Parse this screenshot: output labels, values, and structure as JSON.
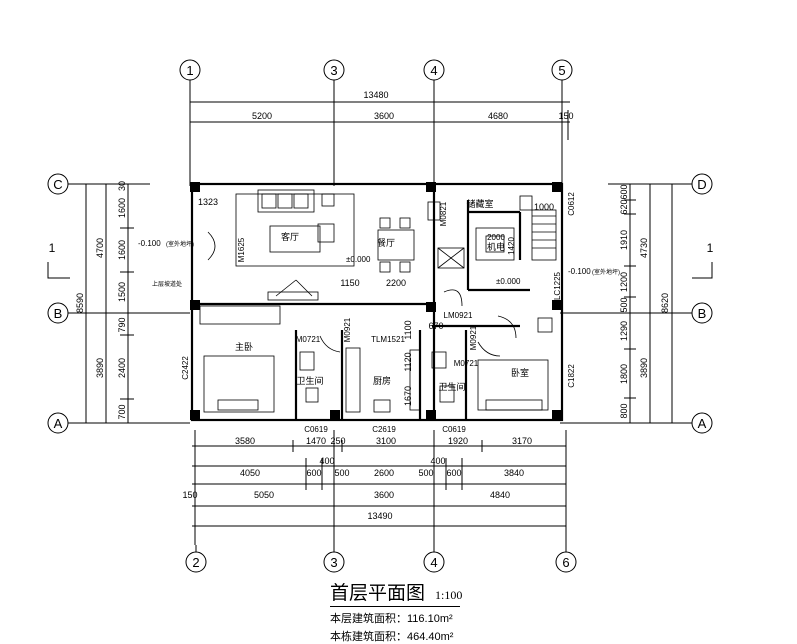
{
  "axes": {
    "top": [
      "1",
      "3",
      "4",
      "5"
    ],
    "bottom": [
      "2",
      "3",
      "4",
      "6"
    ],
    "left": [
      "C",
      "B",
      "A"
    ],
    "right": [
      "D",
      "B",
      "A"
    ]
  },
  "dims": {
    "top_total": "13480",
    "top_spans": [
      "5200",
      "3600",
      "4680",
      "150"
    ],
    "bottom_total": "13490",
    "bottom_axis_spans": [
      "5050",
      "3600",
      "4840"
    ],
    "bottom_small": "150",
    "bottom_mid": [
      "4050",
      "600",
      "500",
      "2600",
      "500",
      "600",
      "3840"
    ],
    "bottom_mid_small": [
      "400",
      "400"
    ],
    "bottom_windows": [
      "3580",
      "1470",
      "250",
      "3100",
      "1920",
      "3170"
    ],
    "left_total": "8590",
    "left_mid": [
      "4700",
      "3890"
    ],
    "left_parts": [
      "30",
      "1600",
      "1600",
      "1500",
      "790",
      "2400",
      "700"
    ],
    "right_total": "8620",
    "right_mid": [
      "4730",
      "3890"
    ],
    "right_parts": [
      "600",
      "620",
      "1910",
      "1200",
      "500",
      "1290",
      "1800",
      "800"
    ],
    "interior": [
      "1150",
      "2200",
      "1100",
      "670",
      "1120",
      "1670",
      "1000",
      "1323"
    ]
  },
  "rooms": {
    "living": "客厅",
    "dining": "餐厅",
    "storage": "储藏室",
    "master": "主卧",
    "bath1": "卫生间",
    "kitchen": "厨房",
    "bath2": "卫生间",
    "bedroom": "卧室",
    "shaft": "机电",
    "shaft_code": "2000",
    "shaft_code2": "1420"
  },
  "codes": {
    "doors": [
      "M1625",
      "M0821",
      "M0921",
      "M0721",
      "TLM1521",
      "LM0921",
      "M0921",
      "M0721"
    ],
    "windows": [
      "C2422",
      "C0619",
      "C2619",
      "C0619",
      "C1822",
      "C0612",
      "LC1225"
    ]
  },
  "levels": {
    "inside_left": "±0.000",
    "inside_right": "±0.000",
    "outside_left": "-0.100",
    "outside_right": "-0.100",
    "outside_note": "(室外地坪)",
    "ramp_note": "上层坡道处"
  },
  "section_mark": "1",
  "title": {
    "main": "首层平面图",
    "scale": "1:100",
    "area1_label": "本层建筑面积：",
    "area1_value": "116.10m²",
    "area2_label": "本栋建筑面积：",
    "area2_value": "464.40m²"
  }
}
